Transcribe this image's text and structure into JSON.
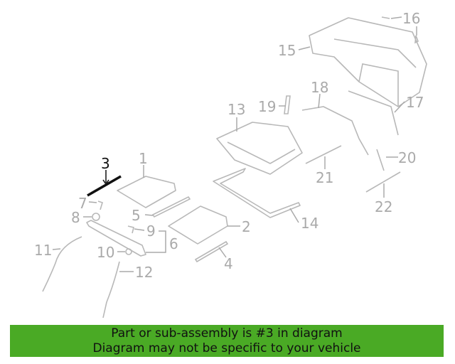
{
  "diagram": {
    "highlighted_part": "3",
    "callouts": [
      "1",
      "2",
      "3",
      "4",
      "5",
      "6",
      "7",
      "8",
      "9",
      "10",
      "11",
      "12",
      "13",
      "14",
      "15",
      "16",
      "17",
      "18",
      "19",
      "20",
      "21",
      "22"
    ]
  },
  "banner": {
    "line1": "Part or sub-assembly is #3 in diagram",
    "line2": "Diagram may not be specific to your vehicle",
    "color": "#4aaa25"
  }
}
